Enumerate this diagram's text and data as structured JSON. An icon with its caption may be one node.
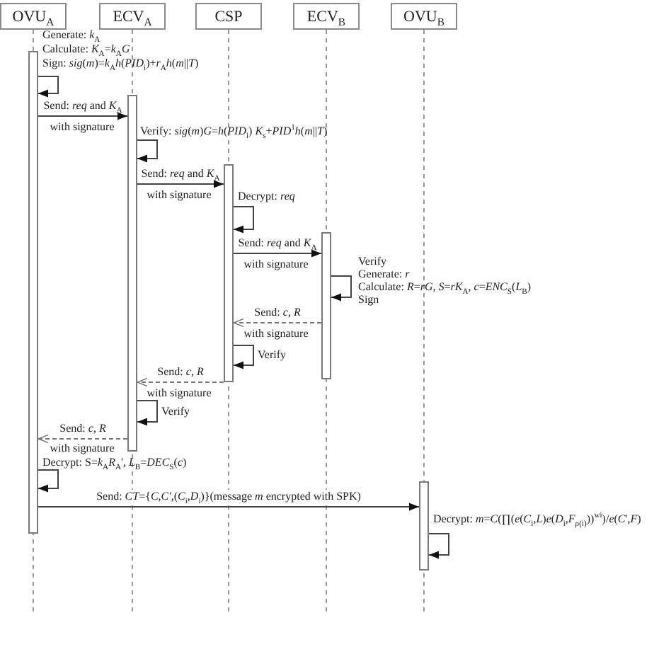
{
  "diagram": {
    "nodes": [
      {
        "text": [
          "OVU$_{A}$"
        ]
      },
      {
        "text": [
          "ECV$_{A}$"
        ]
      },
      {
        "text": [
          "CSP"
        ]
      },
      {
        "text": [
          "ECV$_{B}$"
        ]
      },
      {
        "text": [
          "OVU$_{B}$"
        ]
      },
      {
        "text": [],
        "shape": "bar"
      },
      {
        "text": [],
        "shape": "bar"
      },
      {
        "text": [],
        "shape": "bar"
      },
      {
        "text": [],
        "shape": "bar"
      },
      {
        "text": [],
        "shape": "bar"
      }
    ],
    "edges": [
      {
        "from": 5,
        "to": 5,
        "arrow": "to"
      },
      {
        "from": 5,
        "to": 6,
        "arrow": "to",
        "label": "Send: *req* and *K*$_{A}$"
      },
      {
        "from": 6,
        "to": 6,
        "arrow": "to"
      },
      {
        "from": 6,
        "to": 7,
        "arrow": "to",
        "label": "Send: *req* and *K*$_{A}$"
      },
      {
        "from": 7,
        "to": 7,
        "arrow": "to"
      },
      {
        "from": 7,
        "to": 8,
        "arrow": "to",
        "label": "Send: *req* and *K*$_{A}$"
      },
      {
        "from": 8,
        "to": 8,
        "arrow": "to"
      },
      {
        "from": 8,
        "to": 7,
        "arrow": "to",
        "label": "Send: *c*, *R*",
        "style": "dashed"
      },
      {
        "from": 7,
        "to": 7,
        "arrow": "to"
      },
      {
        "from": 7,
        "to": 6,
        "arrow": "to",
        "label": "Send: *c*, *R*",
        "style": "dashed"
      },
      {
        "from": 6,
        "to": 6,
        "arrow": "to"
      },
      {
        "from": 6,
        "to": 5,
        "arrow": "to",
        "label": "Send: *c*, *R*",
        "style": "dashed"
      },
      {
        "from": 5,
        "to": 5,
        "arrow": "to"
      },
      {
        "from": 5,
        "to": 9,
        "arrow": "to",
        "label": "Send: *CT*={*C*,*C'*,(*C*$_{i}$,*D*$_{i}$)}(message *m* encrypted with SPK)"
      },
      {
        "from": 9,
        "to": 9,
        "arrow": "to"
      }
    ],
    "labels": [
      "Generate: *k*$_{A}$",
      "Calculate: *K*$_{A}$=*k*$_{A}$*G*",
      "Sign: *sig*(*m*)=*k*$_{A}$*h*(*PID*$_{i}$)+*r*$_{A}$*h*(*m*||*T*)",
      "with signature",
      "Verify: *sig*(*m*)*G*=*h*(*PID*$_{i}$) *K*$_{s}$+*PID*$^{1}$*h*(*m*||*T*)",
      "with signature",
      "Decrypt: *req*",
      "with signature",
      "Verify",
      "Generate: *r*",
      "Calculate: *R*=*rG*, *S*=*rK*$_{A}$, *c*=*ENC*$_{S}$(*L*$_{B}$)",
      "Sign",
      "with signature",
      "Verify",
      "with signature",
      "Verify",
      "with signature",
      "Decrypt: S=*k*$_{A}$*R*$_{A}$', *L*$_{B}$=*DEC*$_{S}$(*c*)",
      "Decrypt: *m*=*C*(∏(*e*(*C*$_{i}$,*L*)*e*(*D*$_{i}$,*F*$_{ρ(i)}$))$^{wi}$)/*e*(*C*',*F*)"
    ]
  }
}
